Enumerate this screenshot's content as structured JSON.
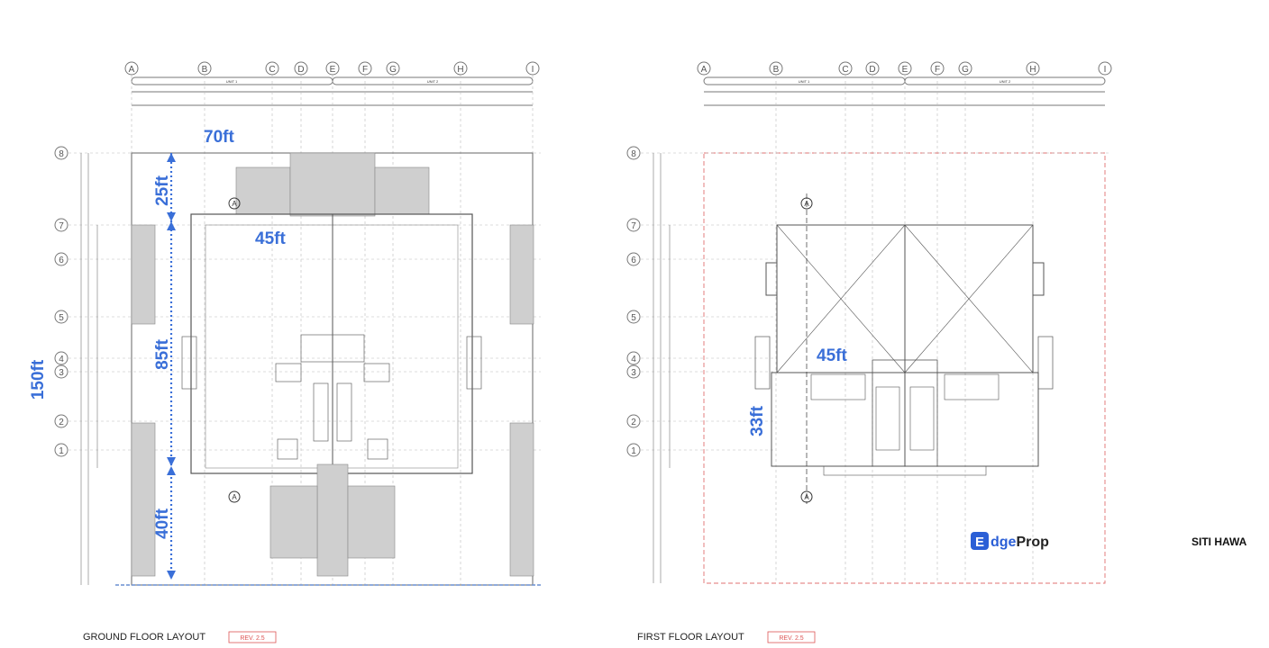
{
  "grid_columns": [
    "A",
    "B",
    "C",
    "D",
    "E",
    "F",
    "G",
    "H",
    "I"
  ],
  "grid_rows": [
    "8",
    "7",
    "6",
    "5",
    "4",
    "3",
    "2",
    "1"
  ],
  "ground_plan": {
    "units": [
      "UNIT 1",
      "UNIT 2"
    ],
    "dims": {
      "frontage": "70ft",
      "depth": "150ft",
      "front_setback": "25ft",
      "building_width": "45ft",
      "building_depth": "85ft",
      "rear_setback": "40ft"
    },
    "section_marker": "A",
    "title": "GROUND FLOOR LAYOUT",
    "rev": "REV. 2.5"
  },
  "first_plan": {
    "units": [
      "UNIT 1",
      "UNIT 2"
    ],
    "dims": {
      "width": "45ft",
      "depth": "33ft"
    },
    "section_marker": "A",
    "title": "FIRST FLOOR LAYOUT",
    "rev": "REV. 2.5"
  },
  "brand": {
    "mark": "E",
    "name_part1": "dge",
    "name_part2": "Prop",
    "color": "#2b5fd6"
  },
  "agent_name": "SITI HAWA",
  "colors": {
    "dimension_blue": "#3a6fd8",
    "line": "#777777",
    "grey_fill": "#cccccc",
    "red_dash": "#e07070"
  }
}
